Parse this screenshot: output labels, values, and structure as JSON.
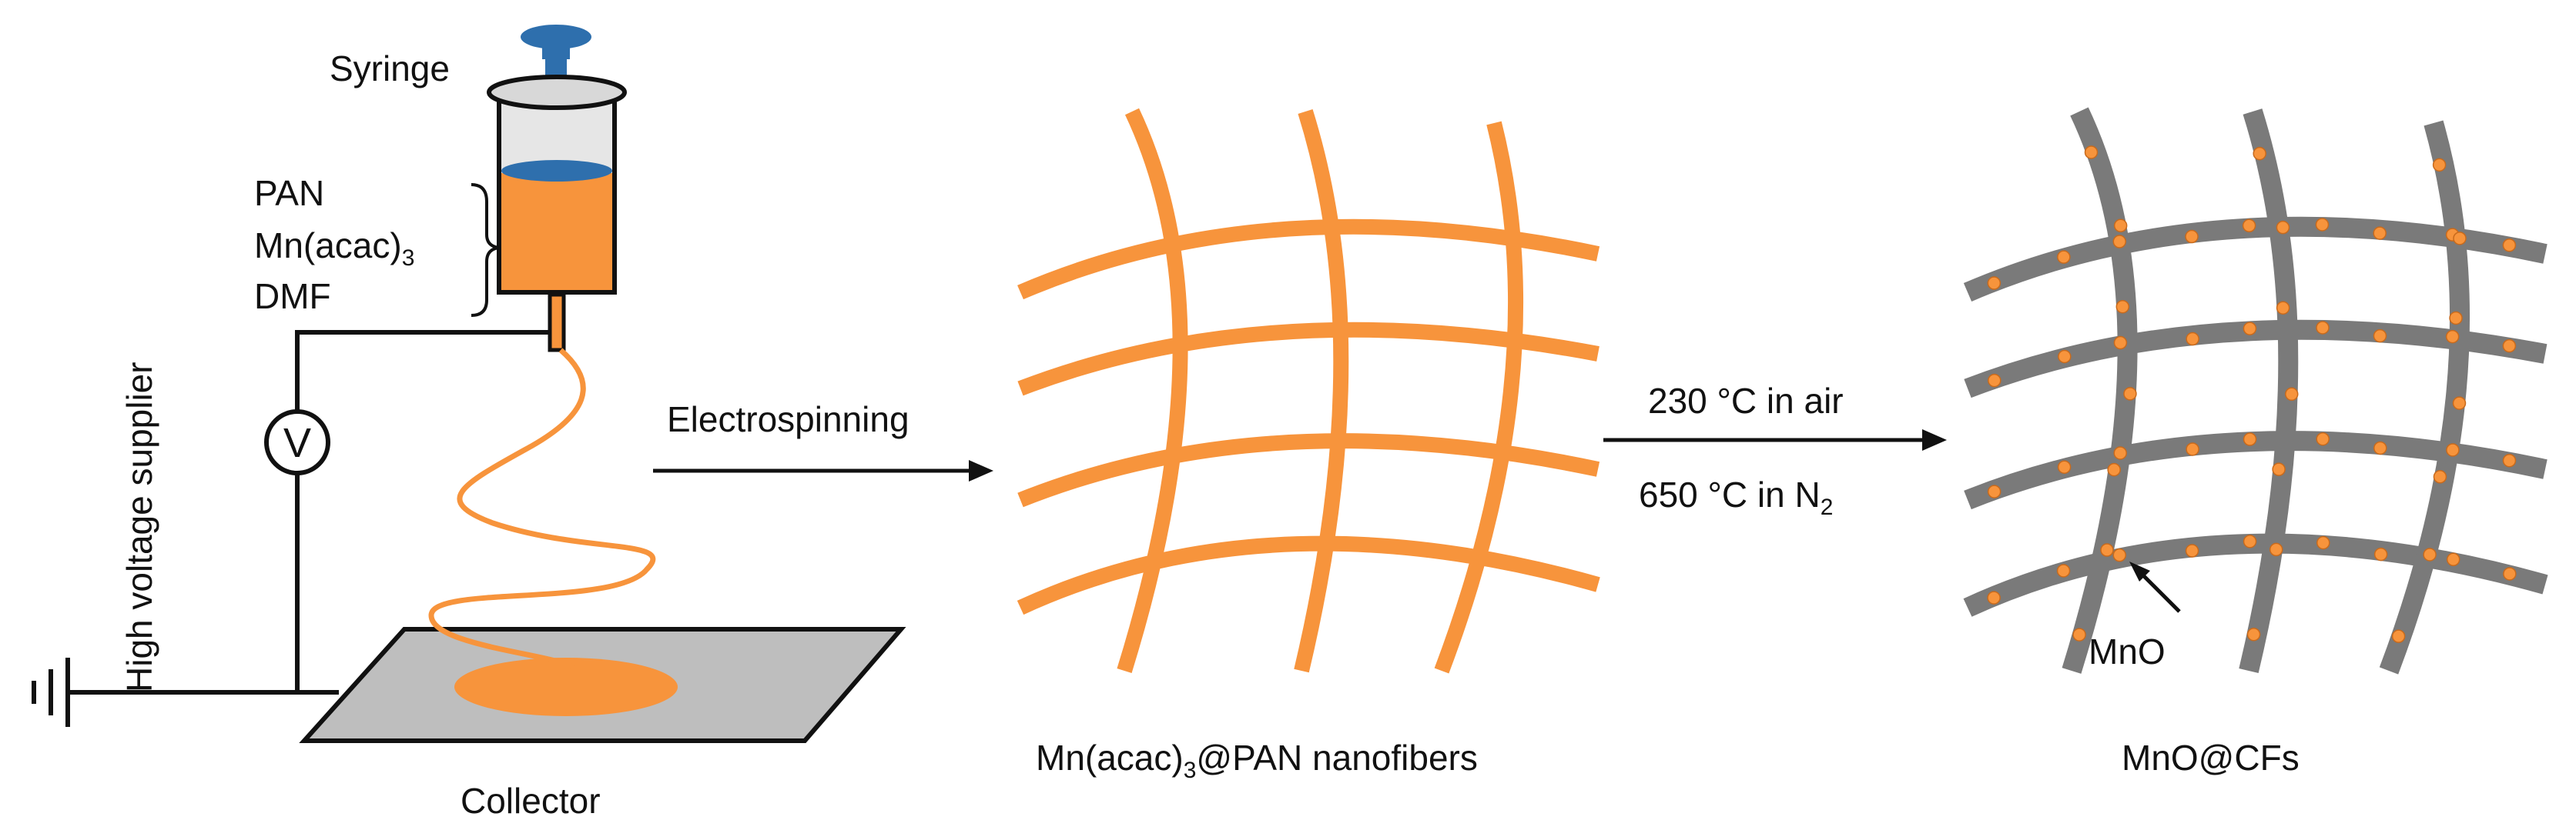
{
  "setup": {
    "syringe_label": "Syringe",
    "solution": {
      "line1": "PAN",
      "line2_main": "Mn(acac)",
      "line2_sub": "3",
      "line3": "DMF"
    },
    "voltmeter_symbol": "V",
    "supplier_label": "High voltage supplier",
    "collector_label": "Collector"
  },
  "step1": {
    "arrow_label": "Electrospinning",
    "product_main": "Mn(acac)",
    "product_sub": "3",
    "product_rest": "@PAN nanofibers"
  },
  "step2": {
    "cond1": "230 °C in air",
    "cond2_main": "650 °C in N",
    "cond2_sub": "2",
    "particle_label": "MnO",
    "product_label": "MnO@CFs"
  },
  "colors": {
    "orange": "#F7943C",
    "gray_fiber": "#7A7A7A",
    "syringe_blue": "#2E6FAD",
    "collector_gray": "#BEBEBE",
    "line": "#111111"
  }
}
